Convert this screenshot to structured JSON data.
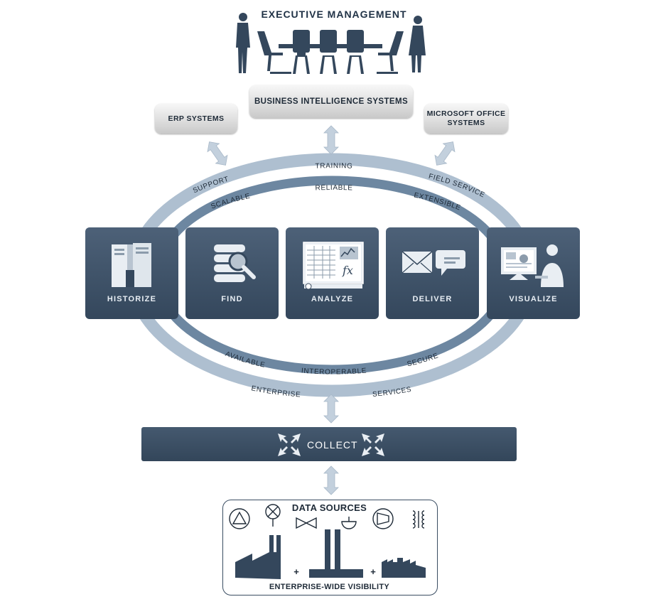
{
  "header": {
    "title": "EXECUTIVE MANAGEMENT"
  },
  "systems": {
    "bi": "BUSINESS INTELLIGENCE SYSTEMS",
    "erp": "ERP SYSTEMS",
    "office_line1": "MICROSOFT OFFICE",
    "office_line2": "SYSTEMS"
  },
  "outer_ring": {
    "support": "SUPPORT",
    "training": "TRAINING",
    "field_service": "FIELD SERVICE",
    "enterprise": "ENTERPRISE",
    "services": "SERVICES"
  },
  "inner_ring": {
    "scalable": "SCALABLE",
    "reliable": "RELIABLE",
    "extensible": "EXTENSIBLE",
    "available": "AVAILABLE",
    "interoperable": "INTEROPERABLE",
    "secure": "SECURE"
  },
  "tiles": [
    {
      "label": "HISTORIZE",
      "icon": "server-icon"
    },
    {
      "label": "FIND",
      "icon": "database-search-icon"
    },
    {
      "label": "ANALYZE",
      "icon": "spreadsheet-chart-icon"
    },
    {
      "label": "DELIVER",
      "icon": "envelope-message-icon"
    },
    {
      "label": "VISUALIZE",
      "icon": "person-monitor-icon"
    }
  ],
  "collect": {
    "label": "COLLECT"
  },
  "data_sources": {
    "title": "DATA SOURCES",
    "footer": "ENTERPRISE-WIDE VISIBILITY",
    "plus": "+"
  },
  "colors": {
    "navy": "#34475c",
    "outer_ring": "#aebfd0",
    "inner_ring": "#6d87a1",
    "arrow": "#c3d0dd"
  }
}
